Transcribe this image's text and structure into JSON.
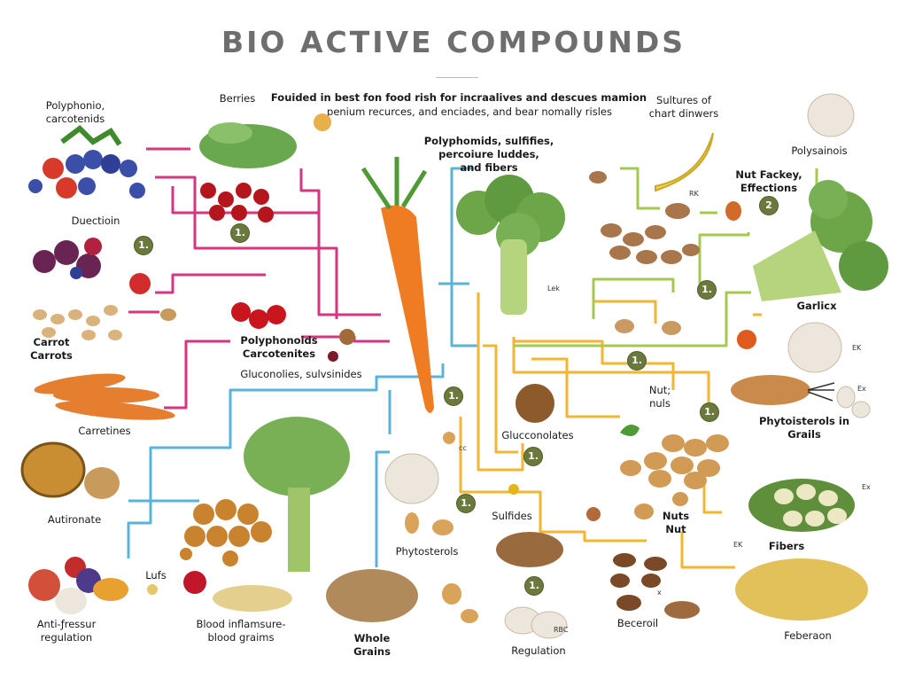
{
  "title": "BIO ACTIVE COMPOUNDS",
  "colors": {
    "pink": "#d6357f",
    "blue": "#5ab4d9",
    "yellow": "#f2b632",
    "green": "#a4c94e",
    "badge": "#6b7a3c"
  },
  "intro": [
    "Fouided in best fon food rish for incraalives and descues mamion",
    "penium recurces, and enciades, and bear nomally risles"
  ],
  "labels": {
    "polyphonio": [
      "Polyphonio,",
      "carcotenids"
    ],
    "berries": "Berries",
    "sultures": [
      "Sultures of",
      "chart dinwers"
    ],
    "polysainois": "Polysainois",
    "polyphomids": [
      "Polyphomids, sulfifies,",
      "percoiure luddes,",
      "and fibers"
    ],
    "nut_fackey": [
      "Nut Fackey,",
      "Effections"
    ],
    "duectioin": "Duectioin",
    "carrot": [
      "Carrot",
      "Carrots"
    ],
    "polyphonoids": [
      "Polyphonoids",
      "Carcotenites"
    ],
    "gluconolies": "Gluconolies, sulvsinides",
    "garlicx": "Garlicx",
    "nut_nuls": [
      "Nut;",
      "nuls"
    ],
    "carretines": "Carretines",
    "glucconolates": "Glucconolates",
    "phytoisterols": [
      "Phytoisterols in",
      "Grails"
    ],
    "autironate": "Autironate",
    "sulfides": "Sulfides",
    "nuts": [
      "Nuts",
      "Nut"
    ],
    "fibers": "Fibers",
    "phytosterols": "Phytosterols",
    "lufs": "Lufs",
    "anti": [
      "Anti-ƒressur",
      "regulation"
    ],
    "blood": [
      "Blood inflamsure-",
      "blood graims"
    ],
    "whole": [
      "Whole",
      "Grains"
    ],
    "beceroil": "Beceroil",
    "regulation": "Regulation",
    "feberaon": "Feberaon"
  },
  "small": {
    "lek": "Lek",
    "cc": "cc",
    "rbc": "RBC",
    "ek1": "EK",
    "ex1": "Ex",
    "ex2": "Ex",
    "ek2": "EK",
    "rk": "RK",
    "x": "x"
  },
  "badges": [
    "1.",
    "1.",
    "1.",
    "1.",
    "1.",
    "1.",
    "1.",
    "1.",
    "1.",
    "2"
  ]
}
